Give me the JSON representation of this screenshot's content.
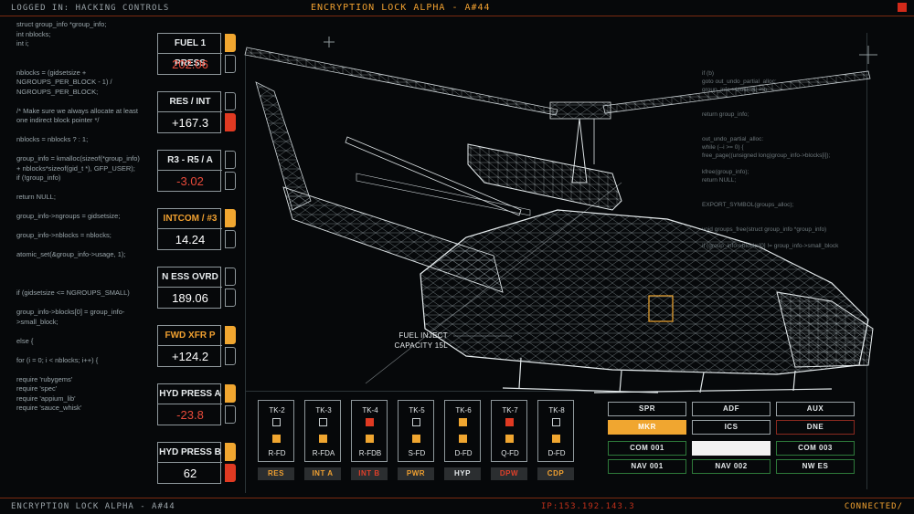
{
  "header": {
    "status": "LOGGED IN: HACKING CONTROLS",
    "title": "ENCRYPTION LOCK  ALPHA - A#44"
  },
  "footer": {
    "title": "ENCRYPTION LOCK  ALPHA - A#44",
    "ip": "IP:153.192.143.3",
    "status": "CONNECTED/"
  },
  "code_left": [
    "struct group_info *group_info;",
    "int nblocks;",
    "int i;",
    "",
    "",
    "nblocks = (gidsetsize + NGROUPS_PER_BLOCK - 1) / NGROUPS_PER_BLOCK;",
    "",
    "/* Make sure we always allocate at least one indirect block pointer */",
    "",
    "nblocks = nblocks ? : 1;",
    "",
    "group_info = kmalloc(sizeof(*group_info) + nblocks*sizeof(gid_t *), GFP_USER);",
    "if (!group_info)",
    "",
    "return NULL;",
    "",
    "group_info->ngroups = gidsetsize;",
    "",
    "group_info->nblocks = nblocks;",
    "",
    "atomic_set(&group_info->usage, 1);",
    "",
    "",
    "",
    "if (gidsetsize <= NGROUPS_SMALL)",
    "",
    "group_info->blocks[0] = group_info->small_block;",
    "",
    "else {",
    "",
    "for (i = 0; i < nblocks; i++) {",
    "",
    "require 'rubygems'",
    "require 'spec'",
    "require 'appium_lib'",
    "require 'sauce_whisk'"
  ],
  "code_right": [
    "if (b)",
    "goto out_undo_partial_alloc;",
    "group_info->blocks[i] = b;",
    "",
    "",
    "return group_info;",
    "",
    "",
    "out_undo_partial_alloc:",
    "while (--i >= 0) {",
    "free_page((unsigned long)group_info->blocks[i]);",
    "",
    "kfree(group_info);",
    "return NULL;",
    "",
    "",
    "EXPORT_SYMBOL(groups_alloc);",
    "",
    "",
    "void groups_free(struct group_info *group_info)",
    "",
    "if (group_info->blocks[0] != group_info->small_block"
  ],
  "gauges": [
    {
      "label": "FUEL 1 PRESS",
      "value": "202.06",
      "label_color": "white",
      "value_color": "red",
      "ind_top": "yellow",
      "ind_bottom": "none"
    },
    {
      "label": "RES / INT",
      "value": "+167.3",
      "label_color": "white",
      "value_color": "white",
      "ind_top": "none",
      "ind_bottom": "red"
    },
    {
      "label": "R3 - R5 / A",
      "value": "-3.02",
      "label_color": "white",
      "value_color": "red",
      "ind_top": "none",
      "ind_bottom": "none"
    },
    {
      "label": "INTCOM / #3",
      "value": "14.24",
      "label_color": "yellow",
      "value_color": "white",
      "ind_top": "yellow",
      "ind_bottom": "none"
    },
    {
      "label": "N ESS OVRD",
      "value": "189.06",
      "label_color": "white",
      "value_color": "white",
      "ind_top": "none",
      "ind_bottom": "none"
    },
    {
      "label": "FWD XFR P",
      "value": "+124.2",
      "label_color": "yellow",
      "value_color": "white",
      "ind_top": "yellow",
      "ind_bottom": "none"
    },
    {
      "label": "HYD PRESS A",
      "value": "-23.8",
      "label_color": "white",
      "value_color": "red",
      "ind_top": "yellow",
      "ind_bottom": "none"
    },
    {
      "label": "HYD PRESS B",
      "value": "62",
      "label_color": "white",
      "value_color": "white",
      "ind_top": "yellow",
      "ind_bottom": "red"
    }
  ],
  "tanks": [
    {
      "name": "TK-2",
      "state1": "empty",
      "state2": "yellow",
      "feed": "R-FD"
    },
    {
      "name": "TK-3",
      "state1": "empty",
      "state2": "yellow",
      "feed": "R-FDA"
    },
    {
      "name": "TK-4",
      "state1": "red",
      "state2": "yellow",
      "feed": "R-FDB"
    },
    {
      "name": "TK-5",
      "state1": "empty",
      "state2": "yellow",
      "feed": "S-FD"
    },
    {
      "name": "TK-6",
      "state1": "yellow",
      "state2": "yellow",
      "feed": "D-FD"
    },
    {
      "name": "TK-7",
      "state1": "red",
      "state2": "yellow",
      "feed": "Q-FD"
    },
    {
      "name": "TK-8",
      "state1": "empty",
      "state2": "yellow",
      "feed": "D-FD"
    }
  ],
  "tags": [
    {
      "label": "RES",
      "color": "yellow"
    },
    {
      "label": "INT A",
      "color": "yellow"
    },
    {
      "label": "INT B",
      "color": "red"
    },
    {
      "label": "PWR",
      "color": "yellow"
    },
    {
      "label": "HYP",
      "color": "white"
    },
    {
      "label": "DPW",
      "color": "red"
    },
    {
      "label": "CDP",
      "color": "yellow"
    }
  ],
  "panel_buttons": [
    {
      "label": "SPR",
      "style": "gray"
    },
    {
      "label": "ADF",
      "style": "gray"
    },
    {
      "label": "AUX",
      "style": "gray"
    },
    {
      "label": "MKR",
      "style": "active"
    },
    {
      "label": "ICS",
      "style": "gray"
    },
    {
      "label": "DNE",
      "style": "red"
    },
    {
      "label": "COM 001",
      "style": "green"
    },
    {
      "label": "",
      "style": "white"
    },
    {
      "label": "COM 003",
      "style": "green"
    },
    {
      "label": "NAV 001",
      "style": "green"
    },
    {
      "label": "NAV 002",
      "style": "green"
    },
    {
      "label": "NW ES",
      "style": "green"
    }
  ],
  "annotation": {
    "line1": "FUEL INJECT",
    "line2": "CAPACITY 15L"
  },
  "colors": {
    "accent": "#f0a630",
    "alert": "#e03a22",
    "text": "#e8ecee",
    "background": "#06080a"
  }
}
